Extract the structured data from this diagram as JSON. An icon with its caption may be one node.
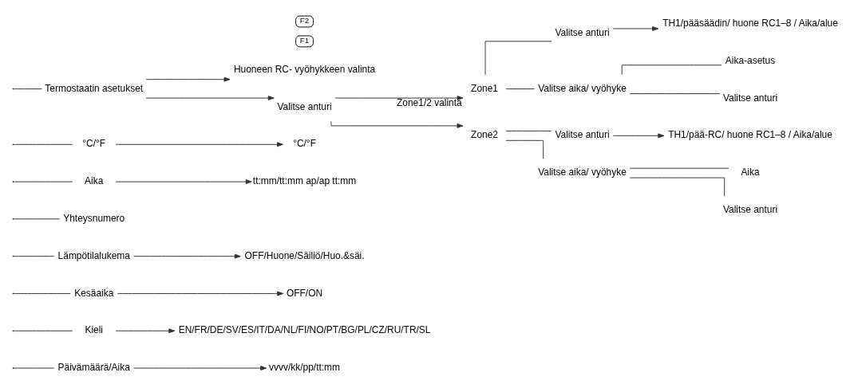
{
  "diagram": {
    "nodes": [
      {
        "text": [
          "Päivämäärä/Aika"
        ]
      },
      {
        "text": [
          "vvvv/kk/pp/tt:mm"
        ]
      },
      {
        "text": [
          "Kieli"
        ]
      },
      {
        "text": [
          "EN/FR/DE/SV/ES/IT/DA/NL/FI/NO/PT/BG/PL/CZ/RU/TR/SL"
        ]
      },
      {
        "text": [
          "Kesäaika"
        ]
      },
      {
        "text": [
          "OFF/ON"
        ]
      },
      {
        "text": [
          "Lämpötilalukema"
        ]
      },
      {
        "text": [
          "OFF/Huone/Säiliö/Huo.&säi."
        ]
      },
      {
        "text": [
          "Yhteysnumero"
        ]
      },
      {
        "text": [
          "Aika"
        ]
      },
      {
        "text": [
          "tt:mm/tt:mm ap/ap tt:mm"
        ]
      },
      {
        "text": [
          "°C/°F"
        ]
      },
      {
        "text": [
          "°C/°F"
        ]
      },
      {
        "text": [
          "Termostaatin asetukset"
        ]
      },
      {
        "text": [
          "Huoneen RC- vyöhykkeen valinta"
        ]
      },
      {
        "text": [
          "Valitse anturi"
        ]
      },
      {
        "text": [
          "F1"
        ]
      },
      {
        "text": [
          "F2"
        ]
      },
      {
        "text": [
          "Zone1"
        ]
      },
      {
        "text": [
          "Zone2"
        ]
      },
      {
        "text": [
          "Valitse anturi"
        ]
      },
      {
        "text": [
          "TH1/pääsäädin/ huone RC1–8 / Aika/alue"
        ]
      },
      {
        "text": [
          "Valitse aika/ vyöhyke"
        ]
      },
      {
        "text": [
          "Aika-asetus"
        ]
      },
      {
        "text": [
          "Valitse anturi"
        ]
      },
      {
        "text": [
          "Valitse anturi"
        ]
      },
      {
        "text": [
          "TH1/pää-RC/ huone RC1–8 / Aika/alue"
        ]
      },
      {
        "text": [
          "Valitse aika/ vyöhyke"
        ]
      },
      {
        "text": [
          "Aika"
        ]
      },
      {
        "text": [
          "Valitse anturi"
        ]
      }
    ],
    "edges": [
      {
        "from": null,
        "to": 0,
        "arrow": "none"
      },
      {
        "from": null,
        "to": 2,
        "arrow": "none"
      },
      {
        "from": null,
        "to": 4,
        "arrow": "none"
      },
      {
        "from": null,
        "to": 6,
        "arrow": "none"
      },
      {
        "from": null,
        "to": 8,
        "arrow": "none"
      },
      {
        "from": null,
        "to": 9,
        "arrow": "none"
      },
      {
        "from": null,
        "to": 11,
        "arrow": "none"
      },
      {
        "from": null,
        "to": 13,
        "arrow": "none"
      },
      {
        "from": 0,
        "to": 1,
        "arrow": "to"
      },
      {
        "from": 2,
        "to": 3,
        "arrow": "to"
      },
      {
        "from": 4,
        "to": 5,
        "arrow": "to"
      },
      {
        "from": 6,
        "to": 7,
        "arrow": "to"
      },
      {
        "from": 9,
        "to": 10,
        "arrow": "to"
      },
      {
        "from": 11,
        "to": 12,
        "arrow": "to"
      },
      {
        "from": 13,
        "to": 14,
        "arrow": "to"
      },
      {
        "from": 13,
        "to": 15,
        "arrow": "to"
      },
      {
        "from": 15,
        "to": 18,
        "arrow": "to",
        "label": "Zone1/2 valinta"
      },
      {
        "from": 15,
        "to": 19,
        "arrow": "to"
      },
      {
        "from": 18,
        "to": 20,
        "arrow": "none"
      },
      {
        "from": 18,
        "to": 22,
        "arrow": "none"
      },
      {
        "from": 20,
        "to": 21,
        "arrow": "to"
      },
      {
        "from": 22,
        "to": 23,
        "arrow": "none"
      },
      {
        "from": 22,
        "to": 24,
        "arrow": "none"
      },
      {
        "from": 19,
        "to": 25,
        "arrow": "none"
      },
      {
        "from": 19,
        "to": 27,
        "arrow": "none"
      },
      {
        "from": 25,
        "to": 26,
        "arrow": "to"
      },
      {
        "from": 27,
        "to": 28,
        "arrow": "none"
      },
      {
        "from": 27,
        "to": 29,
        "arrow": "none"
      }
    ]
  }
}
